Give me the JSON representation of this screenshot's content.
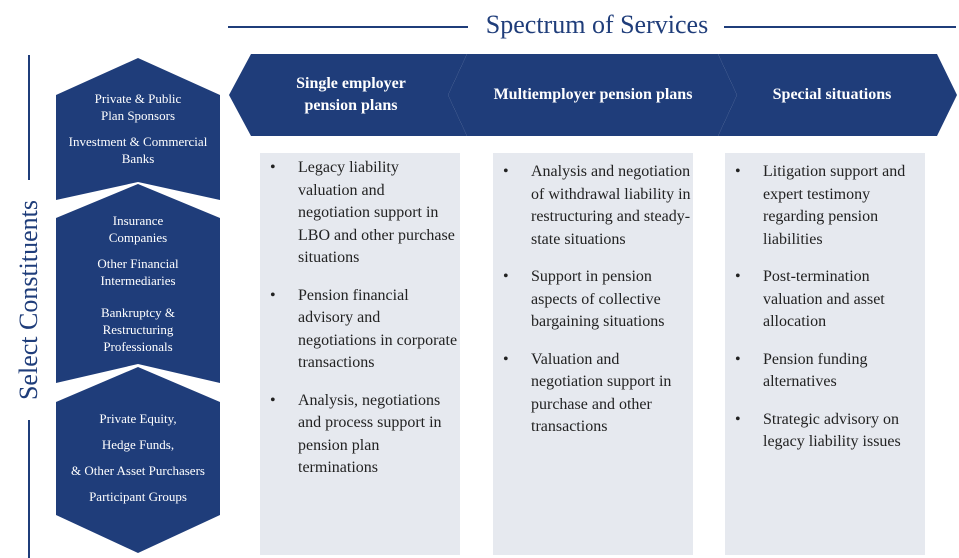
{
  "title": "Spectrum of Services",
  "side_title": "Select Constituents",
  "colors": {
    "navy": "#1f3d7a",
    "box_fill": "#e6e9ef",
    "text": "#222222"
  },
  "constituents": [
    {
      "items": [
        "Private & Public Plan Sponsors",
        "Investment & Commercial Banks"
      ]
    },
    {
      "items": [
        "Insurance Companies",
        "Other Financial Intermediaries",
        "Bankruptcy & Restructuring Professionals"
      ]
    },
    {
      "items": [
        "Private Equity,",
        "Hedge Funds,",
        "& Other Asset Purchasers",
        "Participant Groups"
      ]
    }
  ],
  "services": [
    {
      "header": "Single employer pension plans",
      "bullets": [
        "Legacy liability valuation and negotiation support in LBO and other purchase situations",
        "Pension financial advisory and negotiations in corporate transactions",
        "Analysis, negotiations and process support in pension plan terminations"
      ]
    },
    {
      "header": "Multiemployer pension plans",
      "bullets": [
        "Analysis and negotiation of withdrawal liability in restructuring and steady-state situations",
        "Support in pension aspects of collective bargaining situations",
        "Valuation and negotiation support in purchase and other transactions"
      ]
    },
    {
      "header": "Special situations",
      "bullets": [
        "Litigation support and expert testimony regarding pension liabilities",
        "Post-termination valuation and asset allocation",
        "Pension funding alternatives",
        "Strategic advisory on legacy liability issues"
      ]
    }
  ]
}
